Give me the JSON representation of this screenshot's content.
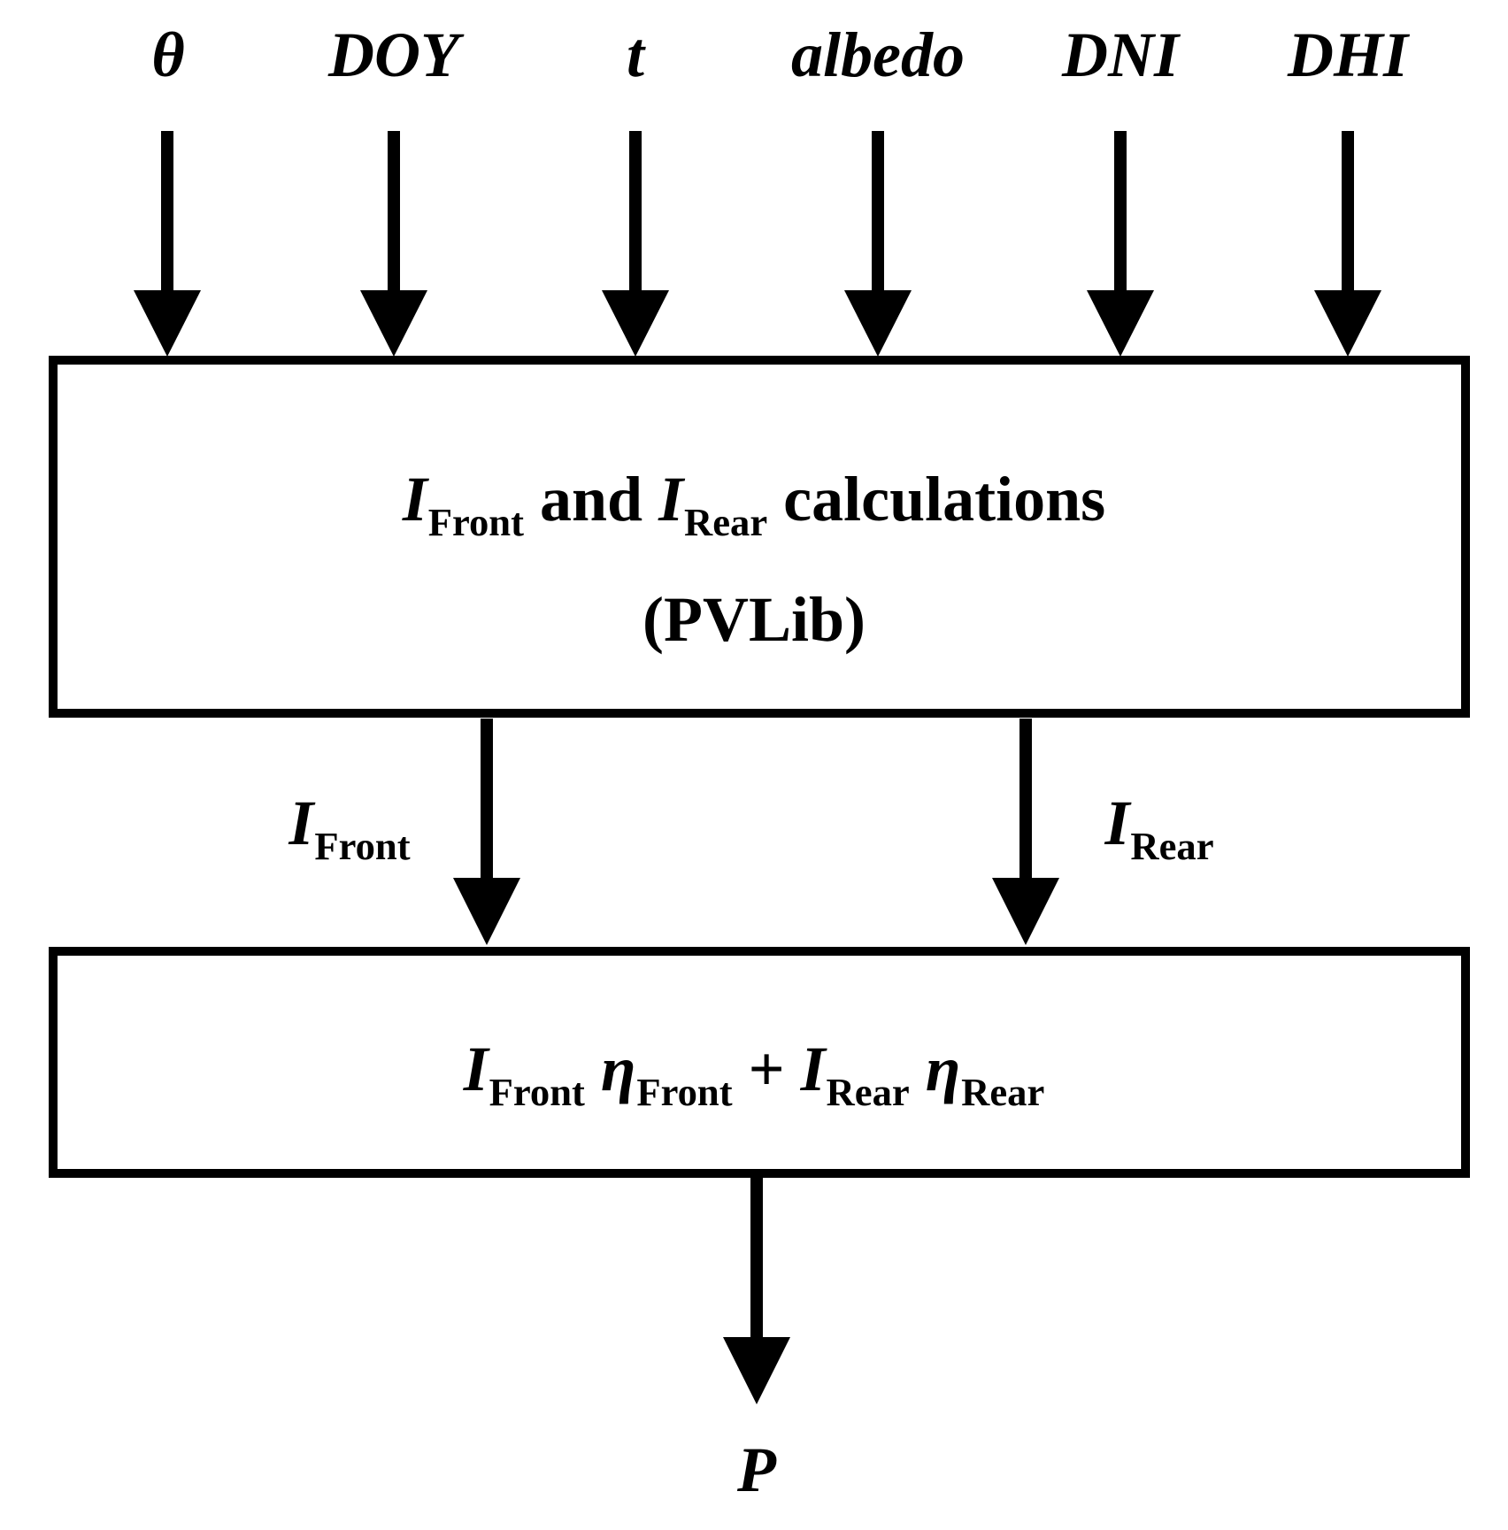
{
  "inputs": [
    {
      "label": "θ"
    },
    {
      "label": "DOY"
    },
    {
      "label": "t"
    },
    {
      "label": "albedo"
    },
    {
      "label": "DNI"
    },
    {
      "label": "DHI"
    }
  ],
  "box1": {
    "line1": {
      "i_symbol": "I",
      "front_sub": "Front",
      "conjunction": "and",
      "rear_sub": "Rear",
      "word": "calculations"
    },
    "line2": "(PVLib)"
  },
  "edges": {
    "front": {
      "symbol": "I",
      "sub": "Front"
    },
    "rear": {
      "symbol": "I",
      "sub": "Rear"
    }
  },
  "box2": {
    "i_symbol": "I",
    "eta_symbol": "η",
    "front_sub": "Front",
    "plus": "+",
    "rear_sub": "Rear"
  },
  "output": {
    "label": "P"
  },
  "colors": {
    "stroke": "#000000",
    "background": "#ffffff"
  }
}
